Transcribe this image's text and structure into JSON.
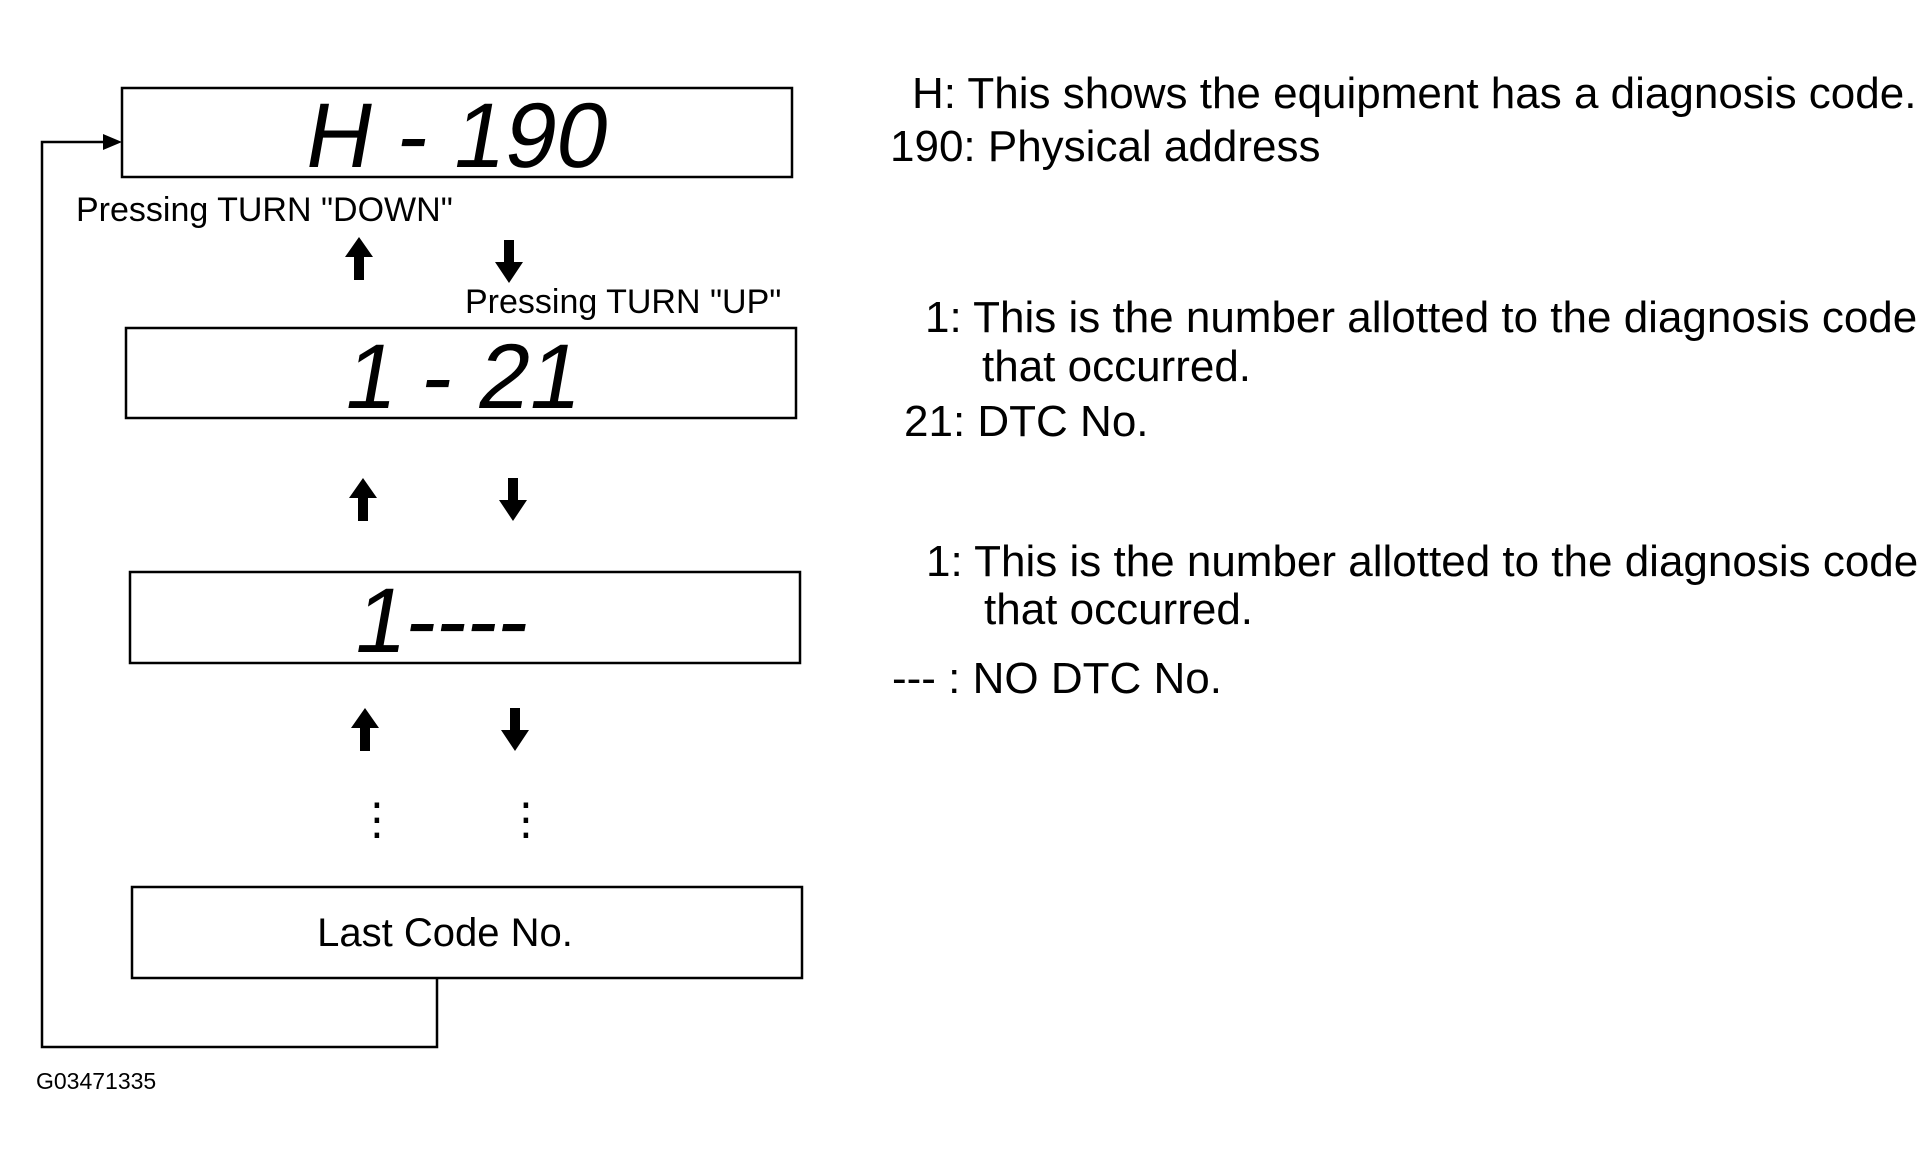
{
  "displays": [
    {
      "id": "h-190",
      "code": "H - 190"
    },
    {
      "id": "1-21",
      "code": "1 - 21"
    },
    {
      "id": "1-dash",
      "code": "1----"
    },
    {
      "id": "last",
      "code": "Last Code No."
    }
  ],
  "labels": {
    "turn_down": "Pressing TURN \"DOWN\"",
    "turn_up": "Pressing TURN \"UP\"",
    "ellipsis": "⋮"
  },
  "descriptions": {
    "h_line1": "H: This shows the equipment has a diagnosis  code.",
    "h_line2": "190: Physical address",
    "d1_line1": "1: This is the number allotted to the diagnosis code",
    "d1_line2": "that occurred.",
    "d1_line3": "21: DTC No.",
    "d2_line1": "1: This is the number allotted to the diagnosis code",
    "d2_line2": "that occurred.",
    "d2_line3": "--- : NO DTC No."
  },
  "reference_code": "G03471335",
  "colors": {
    "ink": "#000000",
    "background": "#ffffff"
  }
}
